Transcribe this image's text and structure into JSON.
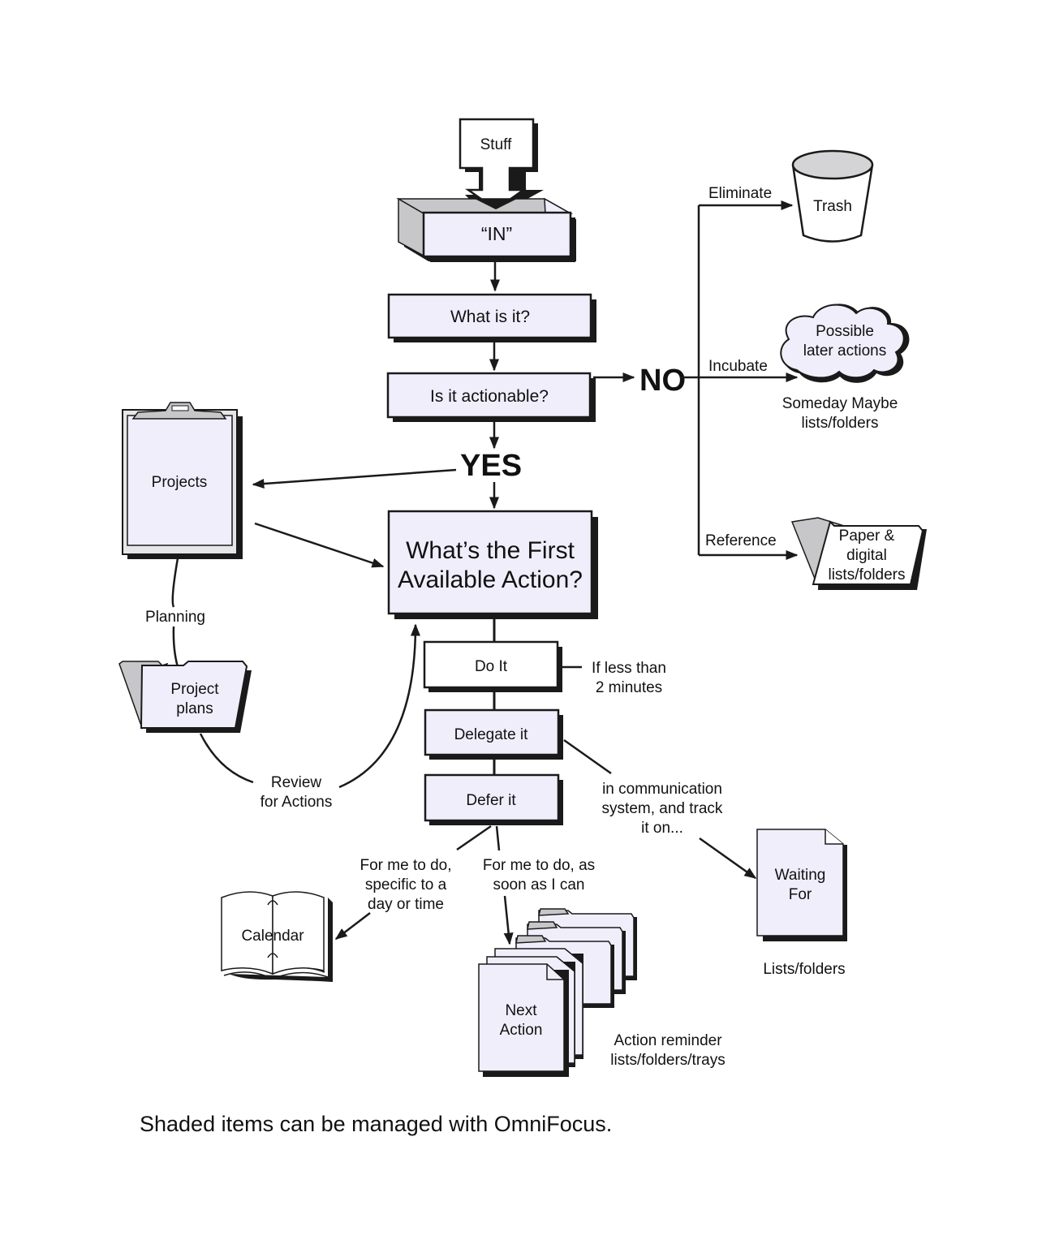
{
  "diagram": {
    "title": "GTD workflow processing diagram",
    "colors": {
      "shaded_fill": "#f1eefc",
      "outline": "#1a1a1a",
      "grey": "#c7c7ca"
    },
    "nodes": {
      "stuff": "Stuff",
      "in": "“IN”",
      "what_is_it": "What is it?",
      "is_actionable": "Is it actionable?",
      "no": "NO",
      "yes": "YES",
      "first_action": [
        "What’s the First",
        "Available Action?"
      ],
      "do_it": "Do It",
      "delegate_it": "Delegate it",
      "defer_it": "Defer it",
      "projects": "Projects",
      "project_plans": [
        "Project",
        "plans"
      ],
      "trash": "Trash",
      "possible_later": [
        "Possible",
        "later actions"
      ],
      "paper_digital": [
        "Paper &",
        "digital",
        "lists/folders"
      ],
      "calendar": "Calendar",
      "next_action": [
        "Next",
        "Action"
      ],
      "waiting_for": [
        "Waiting",
        "For"
      ]
    },
    "labels": {
      "eliminate": "Eliminate",
      "incubate": "Incubate",
      "reference": "Reference",
      "someday_maybe": [
        "Someday Maybe",
        "lists/folders"
      ],
      "planning": "Planning",
      "review_for_actions": [
        "Review",
        "for Actions"
      ],
      "less_than_2min": [
        "If less than",
        "2 minutes"
      ],
      "communication": [
        "in communication",
        "system, and track",
        "it on..."
      ],
      "specific_day": [
        "For me to do,",
        "specific to a",
        "day or time"
      ],
      "asap": [
        "For me to do, as",
        "soon as I can"
      ],
      "action_reminder": [
        "Action reminder",
        "lists/folders/trays"
      ],
      "lists_folders": "Lists/folders"
    },
    "footer": "Shaded items can be managed with OmniFocus."
  }
}
